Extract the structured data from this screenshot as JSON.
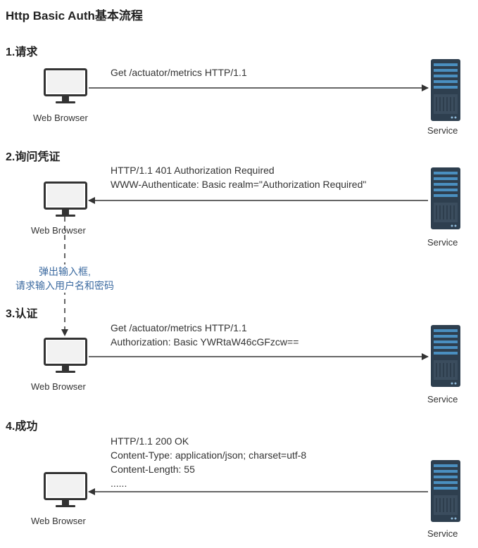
{
  "title": "Http Basic Auth基本流程",
  "steps": [
    {
      "heading": "1.请求",
      "client_label": "Web Browser",
      "server_label": "Service",
      "direction": "client-to-server",
      "message_lines": [
        "Get /actuator/metrics HTTP/1.1"
      ]
    },
    {
      "heading": "2.询问凭证",
      "client_label": "Web Browser",
      "server_label": "Service",
      "direction": "server-to-client",
      "message_lines": [
        "HTTP/1.1 401 Authorization Required",
        "WWW-Authenticate: Basic realm=\"Authorization Required\""
      ]
    },
    {
      "heading": "3.认证",
      "client_label": "Web Browser",
      "server_label": "Service",
      "direction": "client-to-server",
      "message_lines": [
        "Get /actuator/metrics HTTP/1.1",
        "Authorization: Basic YWRtaW46cGFzcw=="
      ]
    },
    {
      "heading": "4.成功",
      "client_label": "Web Browser",
      "server_label": "Service",
      "direction": "server-to-client",
      "message_lines": [
        "HTTP/1.1 200 OK",
        "Content-Type: application/json; charset=utf-8",
        "Content-Length: 55",
        "......"
      ]
    }
  ],
  "prompt_note": [
    "弹出输入框,",
    "请求输入用户名和密码"
  ],
  "colors": {
    "arrow": "#333333",
    "note_text": "#3b6aa0",
    "server_body": "#2e3f4f",
    "server_slot": "#4a8fc0",
    "monitor_frame": "#333333"
  },
  "icons": {
    "client": "monitor-icon",
    "server": "server-rack-icon"
  }
}
